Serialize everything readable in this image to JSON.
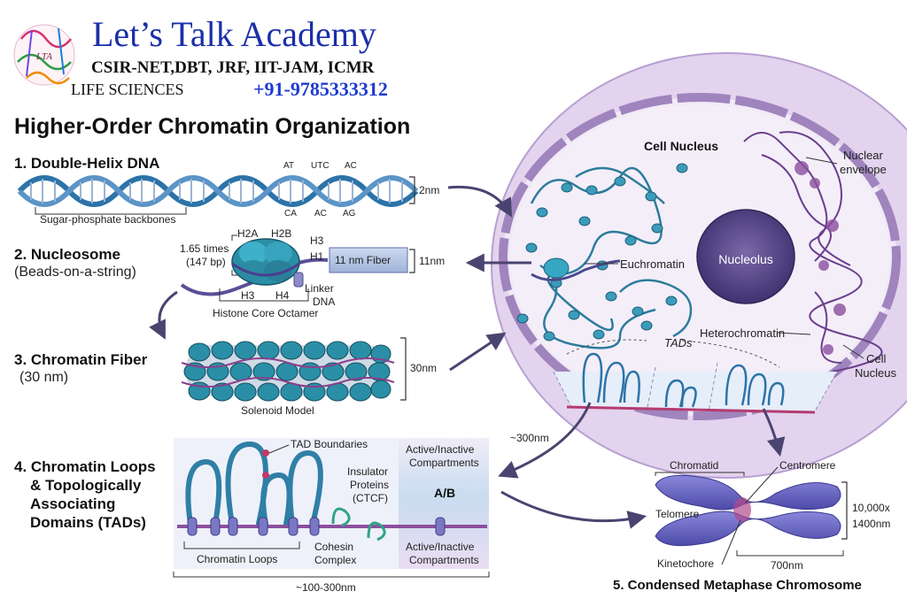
{
  "brand": {
    "logo_text": "LTA",
    "name": "Let’s Talk Academy",
    "exams": "CSIR-NET,DBT, JRF, IIT-JAM, ICMR",
    "subject": "LIFE SCIENCES",
    "phone": "+91-9785333312"
  },
  "title": "Higher-Order Chromatin Organization",
  "sections": {
    "s1": {
      "heading": "1. Double-Helix DNA",
      "backbone": "Sugar-phosphate backbones",
      "bases_top": [
        "AT",
        "UTC",
        "AC"
      ],
      "bases_bottom": [
        "CA",
        "AC",
        "AG"
      ],
      "size": "2nm"
    },
    "s2": {
      "heading": "2. Nucleosome",
      "subheading": "(Beads-on-a-string)",
      "wrap_line1": "1.65 times",
      "wrap_line2": "(147 bp)",
      "h2a": "H2A",
      "h2b": "H2B",
      "h3_top": "H3",
      "h1": "H1",
      "h3_bottom": "H3",
      "h4": "H4",
      "linker1": "Linker",
      "linker2": "DNA",
      "octamer": "Histone Core Octamer",
      "fiber": "11 nm Fiber",
      "size": "11nm"
    },
    "s3": {
      "heading": "3. Chromatin Fiber",
      "subheading": "(30 nm)",
      "model": "Solenoid Model",
      "size": "30nm"
    },
    "s4": {
      "heading_l1": "4. Chromatin Loops",
      "heading_l2": "& Topologically",
      "heading_l3": "Associating",
      "heading_l4": "Domains (TADs)",
      "tad_boundaries": "TAD Boundaries",
      "insulator_l1": "Insulator",
      "insulator_l2": "Proteins",
      "insulator_l3": "(CTCF)",
      "cohesin_l1": "Cohesin",
      "cohesin_l2": "Complex",
      "loops": "Chromatin Loops",
      "compart_top_l1": "Active/Inactive",
      "compart_top_l2": "Compartments",
      "ab": "A/B",
      "compart_bot_l1": "Active/Inactive",
      "compart_bot_l2": "Compartments",
      "size": "~100-300nm"
    },
    "s5": {
      "heading": "5. Condensed Metaphase Chromosome",
      "chromatid": "Chromatid",
      "centromere": "Centromere",
      "telomere": "Telomere",
      "kinetochore": "Kinetochore",
      "width": "700nm",
      "size_l1": "10,000x",
      "size_l2": "1400nm"
    }
  },
  "cell": {
    "nucleus_top": "Cell Nucleus",
    "envelope_l1": "Nuclear",
    "envelope_l2": "envelope",
    "nucleolus": "Nucleolus",
    "euchromatin": "Euchromatin",
    "heterochromatin": "Heterochromatin",
    "tads": "TADs",
    "nucleus_right_l1": "Cell",
    "nucleus_right_l2": "Nucleus",
    "scale": "~300nm"
  },
  "colors": {
    "brand_blue": "#1b2fa8",
    "phone_blue": "#1d3bd1",
    "dna_blue": "#2c73a8",
    "histone_teal": "#2a8fa6",
    "cell_purple": "#d8c6e6",
    "nucleus_fill": "#ece3f3",
    "envelope": "#9f84bd",
    "nucleolus": "#5b4a8c",
    "chromosome": "#6b68c4"
  }
}
